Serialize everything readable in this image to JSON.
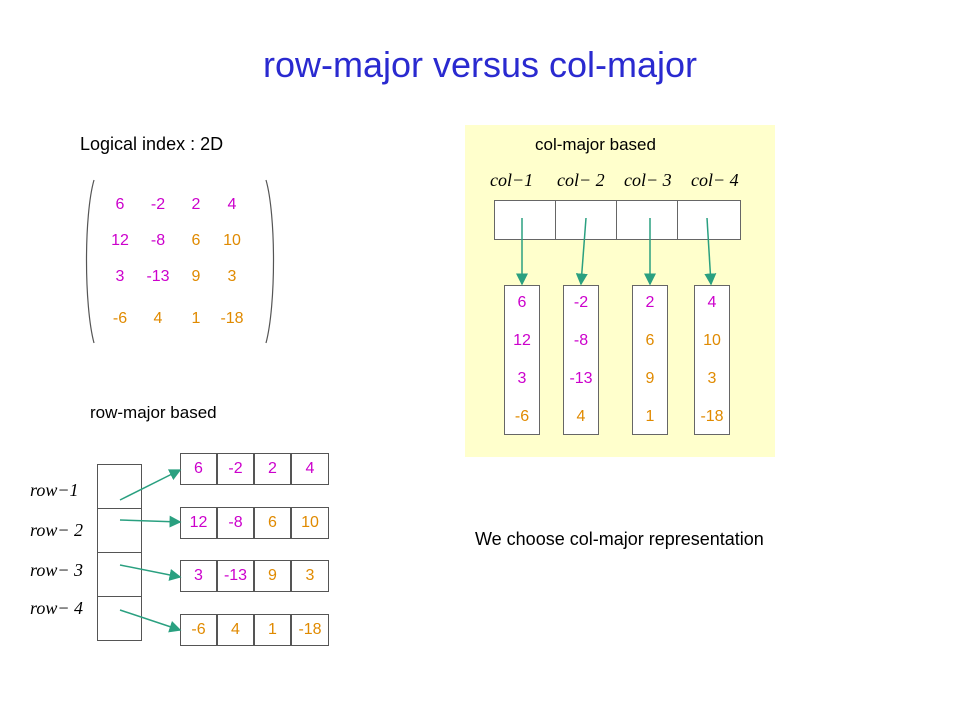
{
  "title": "row-major versus col-major",
  "logical_label": "Logical index : 2D",
  "row_major_label": "row-major based",
  "col_major_label": "col-major based",
  "note": "We choose col-major representation",
  "colors": {
    "title": "#2a2ad0",
    "magenta": "#cc00cc",
    "orange": "#e08a00",
    "panel": "#ffffcc",
    "arrow": "#2aa080"
  },
  "matrix": [
    [
      "6",
      "-2",
      "2",
      "4"
    ],
    [
      "12",
      "-8",
      "6",
      "10"
    ],
    [
      "3",
      "-13",
      "9",
      "3"
    ],
    [
      "-6",
      "4",
      "1",
      "-18"
    ]
  ],
  "row_labels": [
    "row−1",
    "row− 2",
    "row− 3",
    "row− 4"
  ],
  "col_labels": [
    "col−1",
    "col− 2",
    "col− 3",
    "col− 4"
  ],
  "columns": [
    [
      "6",
      "12",
      "3",
      "-6"
    ],
    [
      "-2",
      "-8",
      "-13",
      "4"
    ],
    [
      "2",
      "6",
      "9",
      "1"
    ],
    [
      "4",
      "10",
      "3",
      "-18"
    ]
  ]
}
